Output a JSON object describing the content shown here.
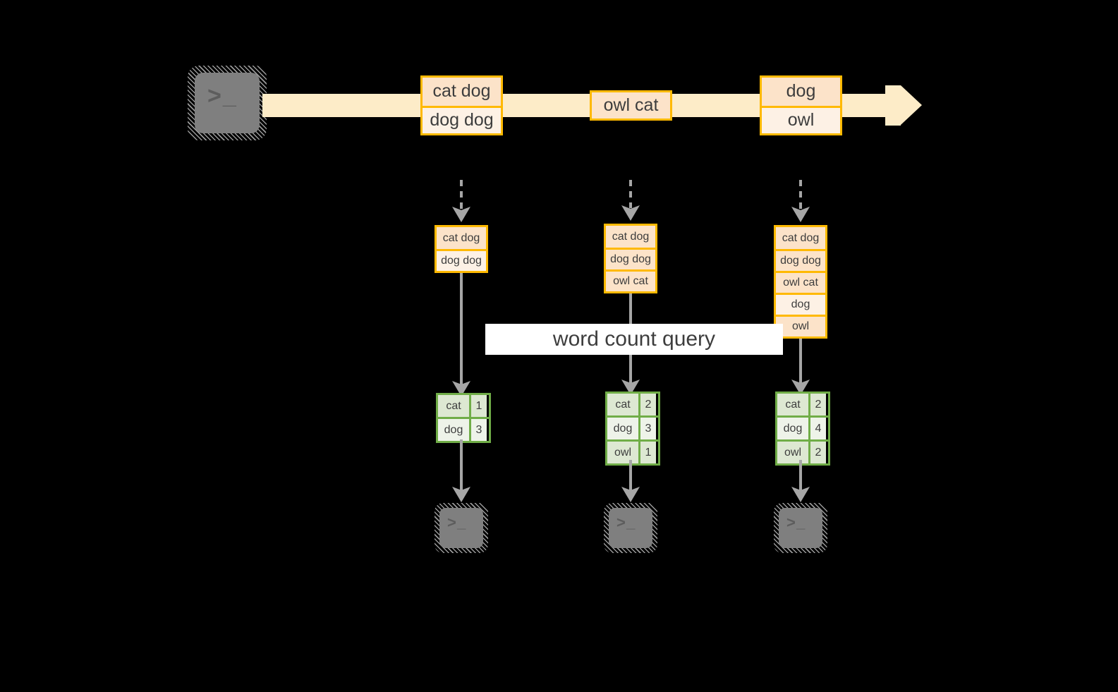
{
  "diagram": {
    "title_banner": "word count query",
    "colors": {
      "stream_fill": "#fdecc8",
      "event_border": "#ffb900",
      "event_fill_dark": "#fce3c9",
      "event_fill_light": "#fdf1e5",
      "table_border": "#70ad47",
      "table_fill_dark": "#dde8d2",
      "table_fill_light": "#eef3e9",
      "arrow_gray": "#a6a6a6",
      "terminal_body": "#7f7f7f",
      "banner_bg": "#ffffff",
      "background": "#000000"
    },
    "producer_terminal": {
      "glyph": ">_",
      "icon": "terminal-icon"
    },
    "stream": {
      "groups": [
        {
          "name": "stream-event-group-1",
          "cells": [
            {
              "text": "cat dog",
              "shade": "dark"
            },
            {
              "text": "dog dog",
              "shade": "light"
            }
          ]
        },
        {
          "name": "stream-event-group-2",
          "cells": [
            {
              "text": "owl cat",
              "shade": "dark"
            }
          ]
        },
        {
          "name": "stream-event-group-3",
          "cells": [
            {
              "text": "dog",
              "shade": "dark"
            },
            {
              "text": "owl",
              "shade": "light"
            }
          ]
        }
      ]
    },
    "snapshots": [
      {
        "name": "snapshot-1",
        "input_cells": [
          {
            "text": "cat dog",
            "shade": "dark"
          },
          {
            "text": "dog dog",
            "shade": "light"
          }
        ],
        "result_rows": [
          {
            "word": "cat",
            "count": "1",
            "shade": "dark"
          },
          {
            "word": "dog",
            "count": "3",
            "shade": "light"
          }
        ],
        "consumer_terminal": {
          "glyph": ">_",
          "icon": "terminal-icon"
        }
      },
      {
        "name": "snapshot-2",
        "input_cells": [
          {
            "text": "cat dog",
            "shade": "dark"
          },
          {
            "text": "dog dog",
            "shade": "dark"
          },
          {
            "text": "owl cat",
            "shade": "dark"
          }
        ],
        "result_rows": [
          {
            "word": "cat",
            "count": "2",
            "shade": "dark"
          },
          {
            "word": "dog",
            "count": "3",
            "shade": "light"
          },
          {
            "word": "owl",
            "count": "1",
            "shade": "dark"
          }
        ],
        "consumer_terminal": {
          "glyph": ">_",
          "icon": "terminal-icon"
        }
      },
      {
        "name": "snapshot-3",
        "input_cells": [
          {
            "text": "cat dog",
            "shade": "dark"
          },
          {
            "text": "dog dog",
            "shade": "dark"
          },
          {
            "text": "owl cat",
            "shade": "dark"
          },
          {
            "text": "dog",
            "shade": "light"
          },
          {
            "text": "owl",
            "shade": "dark"
          }
        ],
        "result_rows": [
          {
            "word": "cat",
            "count": "2",
            "shade": "dark"
          },
          {
            "word": "dog",
            "count": "4",
            "shade": "light"
          },
          {
            "word": "owl",
            "count": "2",
            "shade": "dark"
          }
        ],
        "consumer_terminal": {
          "glyph": ">_",
          "icon": "terminal-icon"
        }
      }
    ]
  }
}
